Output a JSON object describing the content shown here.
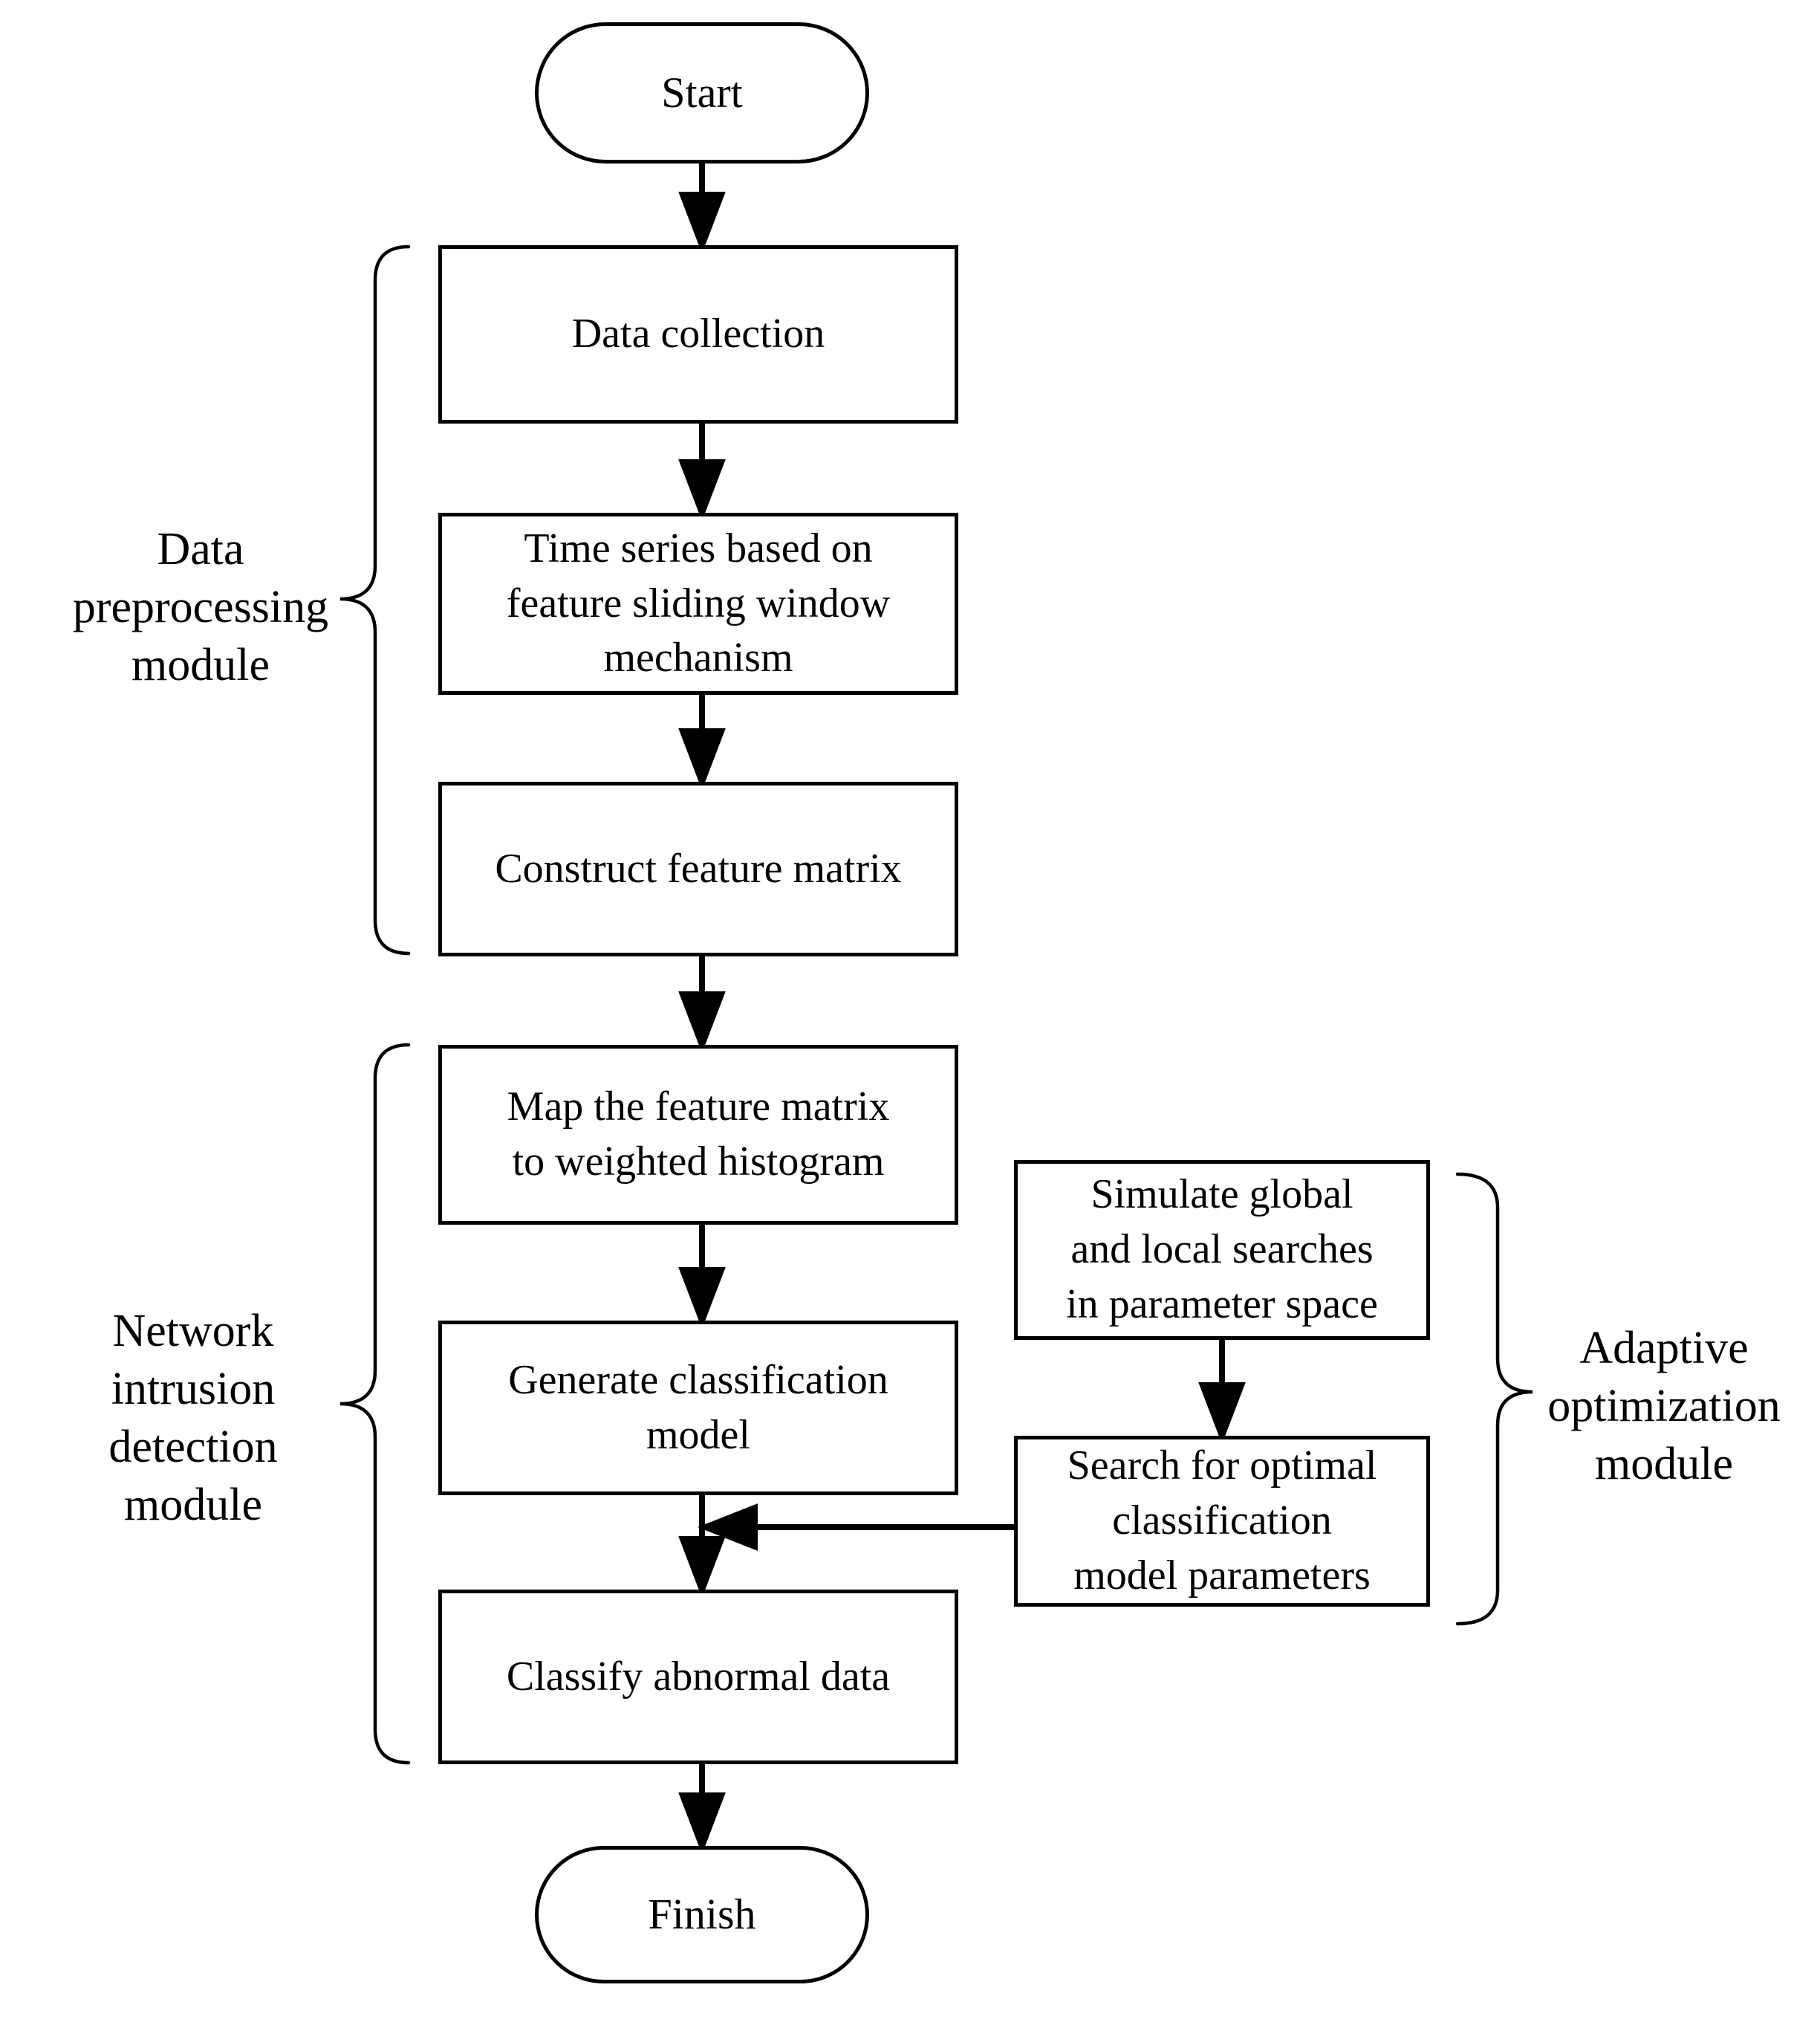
{
  "diagram": {
    "background_color": "#ffffff",
    "stroke_color": "#000000",
    "nodes": {
      "start": {
        "type": "terminator",
        "label": "Start"
      },
      "data_collection": {
        "type": "process",
        "label_lines": [
          "Data collection"
        ]
      },
      "time_series": {
        "type": "process",
        "label_lines": [
          "Time series based on",
          "feature sliding window",
          "mechanism"
        ]
      },
      "construct_matrix": {
        "type": "process",
        "label_lines": [
          "Construct feature matrix"
        ]
      },
      "map_histogram": {
        "type": "process",
        "label_lines": [
          "Map the feature matrix",
          "to weighted histogram"
        ]
      },
      "generate_model": {
        "type": "process",
        "label_lines": [
          "Generate classification",
          "model"
        ]
      },
      "classify_abnormal": {
        "type": "process",
        "label_lines": [
          "Classify abnormal data"
        ]
      },
      "finish": {
        "type": "terminator",
        "label": "Finish"
      },
      "simulate_search": {
        "type": "process",
        "label_lines": [
          "Simulate global",
          "and local searches",
          "in parameter space"
        ]
      },
      "search_optimal": {
        "type": "process",
        "label_lines": [
          "Search for optimal",
          "classification",
          "model parameters"
        ]
      }
    },
    "module_labels": {
      "preprocessing": {
        "label_lines": [
          "Data",
          "preprocessing",
          "module"
        ]
      },
      "network_intrusion": {
        "label_lines": [
          "Network",
          "intrusion",
          "detection",
          "module"
        ]
      },
      "adaptive_optimization": {
        "label_lines": [
          "Adaptive",
          "optimization",
          "module"
        ]
      }
    }
  }
}
